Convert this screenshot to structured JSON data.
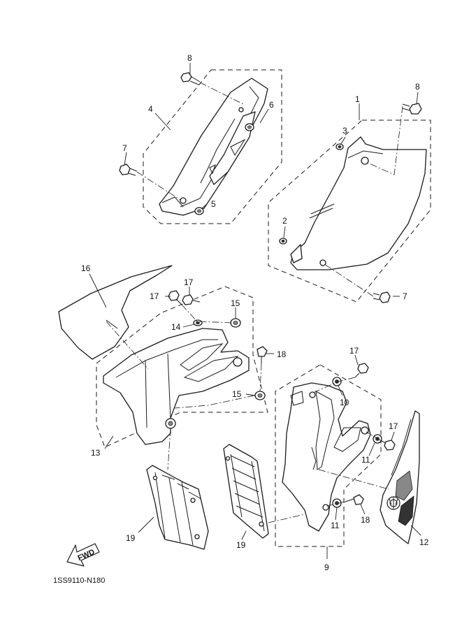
{
  "callouts": [
    {
      "id": "c1",
      "label": "1"
    },
    {
      "id": "c2",
      "label": "2"
    },
    {
      "id": "c3",
      "label": "3"
    },
    {
      "id": "c4",
      "label": "4"
    },
    {
      "id": "c5",
      "label": "5"
    },
    {
      "id": "c6",
      "label": "6"
    },
    {
      "id": "c7a",
      "label": "7"
    },
    {
      "id": "c7b",
      "label": "7"
    },
    {
      "id": "c8a",
      "label": "8"
    },
    {
      "id": "c8b",
      "label": "8"
    },
    {
      "id": "c9",
      "label": "9"
    },
    {
      "id": "c10",
      "label": "10"
    },
    {
      "id": "c11a",
      "label": "11"
    },
    {
      "id": "c11b",
      "label": "11"
    },
    {
      "id": "c12",
      "label": "12"
    },
    {
      "id": "c13",
      "label": "13"
    },
    {
      "id": "c14",
      "label": "14"
    },
    {
      "id": "c15a",
      "label": "15"
    },
    {
      "id": "c15b",
      "label": "15"
    },
    {
      "id": "c16",
      "label": "16"
    },
    {
      "id": "c17a",
      "label": "17"
    },
    {
      "id": "c17b",
      "label": "17"
    },
    {
      "id": "c17c",
      "label": "17"
    },
    {
      "id": "c17d",
      "label": "17"
    },
    {
      "id": "c18a",
      "label": "18"
    },
    {
      "id": "c18b",
      "label": "18"
    },
    {
      "id": "c19a",
      "label": "19"
    },
    {
      "id": "c19b",
      "label": "19"
    }
  ],
  "fwd_label": "FWD",
  "diagram_code": "1SS9110-N180",
  "icons": {
    "direction": "fwd-arrow-icon",
    "emblem": "tuning-fork-emblem-icon"
  }
}
